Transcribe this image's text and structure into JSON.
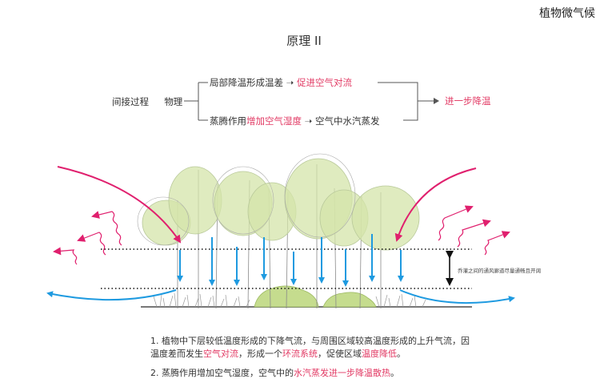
{
  "header": {
    "corner_title": "植物微气候",
    "main_title": "原理 II"
  },
  "flow": {
    "left_a": "间接过程",
    "left_b": "物理",
    "top_pre": "局部降温形成温差",
    "top_arrow": "➝",
    "top_hl": "促进空气对流",
    "bottom_pre": "蒸腾作用",
    "bottom_hl": "增加空气湿度",
    "bottom_arrow": "➝",
    "bottom_post": "空气中水汽蒸发",
    "result": "进一步降温"
  },
  "diagram": {
    "side_note": "乔灌之间的通风廊道尽量通畅且开阔"
  },
  "colors": {
    "accent": "#e23a64",
    "magenta": "#e0206e",
    "blue": "#1e9ae0",
    "tree": "#d4e4a9",
    "line": "#555555"
  },
  "captions": {
    "c1_line1": "1. 植物中下层较低温度形成的下降气流，与周围区域较高温度形成的上升气流，因",
    "c1_line2_a": "温度差而发生",
    "c1_line2_hl1": "空气对流",
    "c1_line2_b": "，形成一个",
    "c1_line2_hl2": "环流系统",
    "c1_line2_c": "，促使区域",
    "c1_line2_hl3": "温度降低",
    "c1_line2_d": "。",
    "c2_a": "2. 蒸腾作用增加空气湿度，空气中的",
    "c2_hl": "水汽蒸发进一步降温散热",
    "c2_b": "。"
  }
}
